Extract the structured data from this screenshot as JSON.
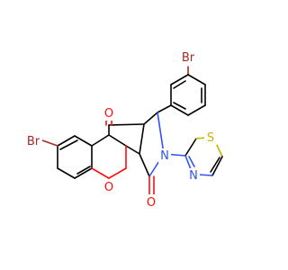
{
  "molecule": {
    "atom_labels": {
      "br_top": "Br",
      "br_left": "Br",
      "o_ketone": "O",
      "o_ring": "O",
      "o_lactam": "O",
      "n_pyrrole": "N",
      "n_thiazole": "N",
      "s_thiazole": "S"
    },
    "element_colors": {
      "Br": "#a62929",
      "O": "#ff0d0d",
      "N": "#3050f8",
      "S": "#c6b400",
      "C": "#000000"
    }
  }
}
